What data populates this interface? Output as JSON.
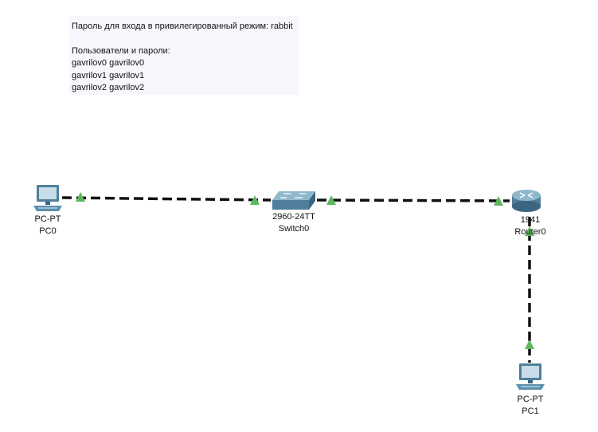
{
  "note": {
    "enable_password_line": "Пароль для входа в привилегированный режим: rabbit",
    "users_header": "Пользователи и пароли:",
    "users": [
      "gavrilov0 gavrilov0",
      "gavrilov1 gavrilov1",
      "gavrilov2 gavrilov2"
    ]
  },
  "devices": {
    "pc0": {
      "model": "PC-PT",
      "name": "PC0",
      "icon": "pc-icon"
    },
    "switch0": {
      "model": "2960-24TT",
      "name": "Switch0",
      "icon": "switch-icon"
    },
    "router0": {
      "model": "1941",
      "name": "Router0",
      "icon": "router-icon"
    },
    "pc1": {
      "model": "PC-PT",
      "name": "PC1",
      "icon": "pc-icon"
    }
  },
  "colors": {
    "link": "#111111",
    "link_up": "#5cb85c",
    "note_bg": "#f7f8fd",
    "device_blue": "#5b8fb0"
  }
}
